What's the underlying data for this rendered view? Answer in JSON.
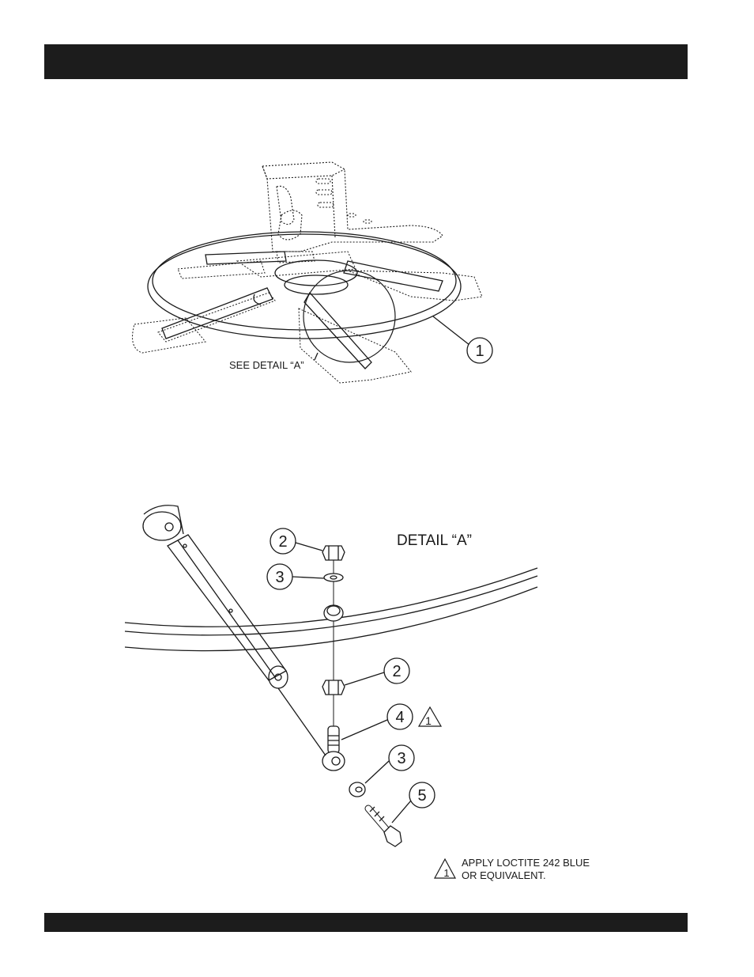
{
  "header": {
    "title": ""
  },
  "figure_top": {
    "see_detail_label": "SEE DETAIL “A”",
    "callouts": [
      "1"
    ]
  },
  "figure_detail": {
    "title": "DETAIL “A”",
    "callouts": [
      "2",
      "3",
      "2",
      "4",
      "3",
      "5"
    ],
    "warning_symbol_number": "1"
  },
  "note": {
    "symbol_number": "1",
    "line1": "APPLY LOCTITE 242 BLUE",
    "line2": "OR EQUIVALENT."
  },
  "footer": {
    "text": ""
  }
}
